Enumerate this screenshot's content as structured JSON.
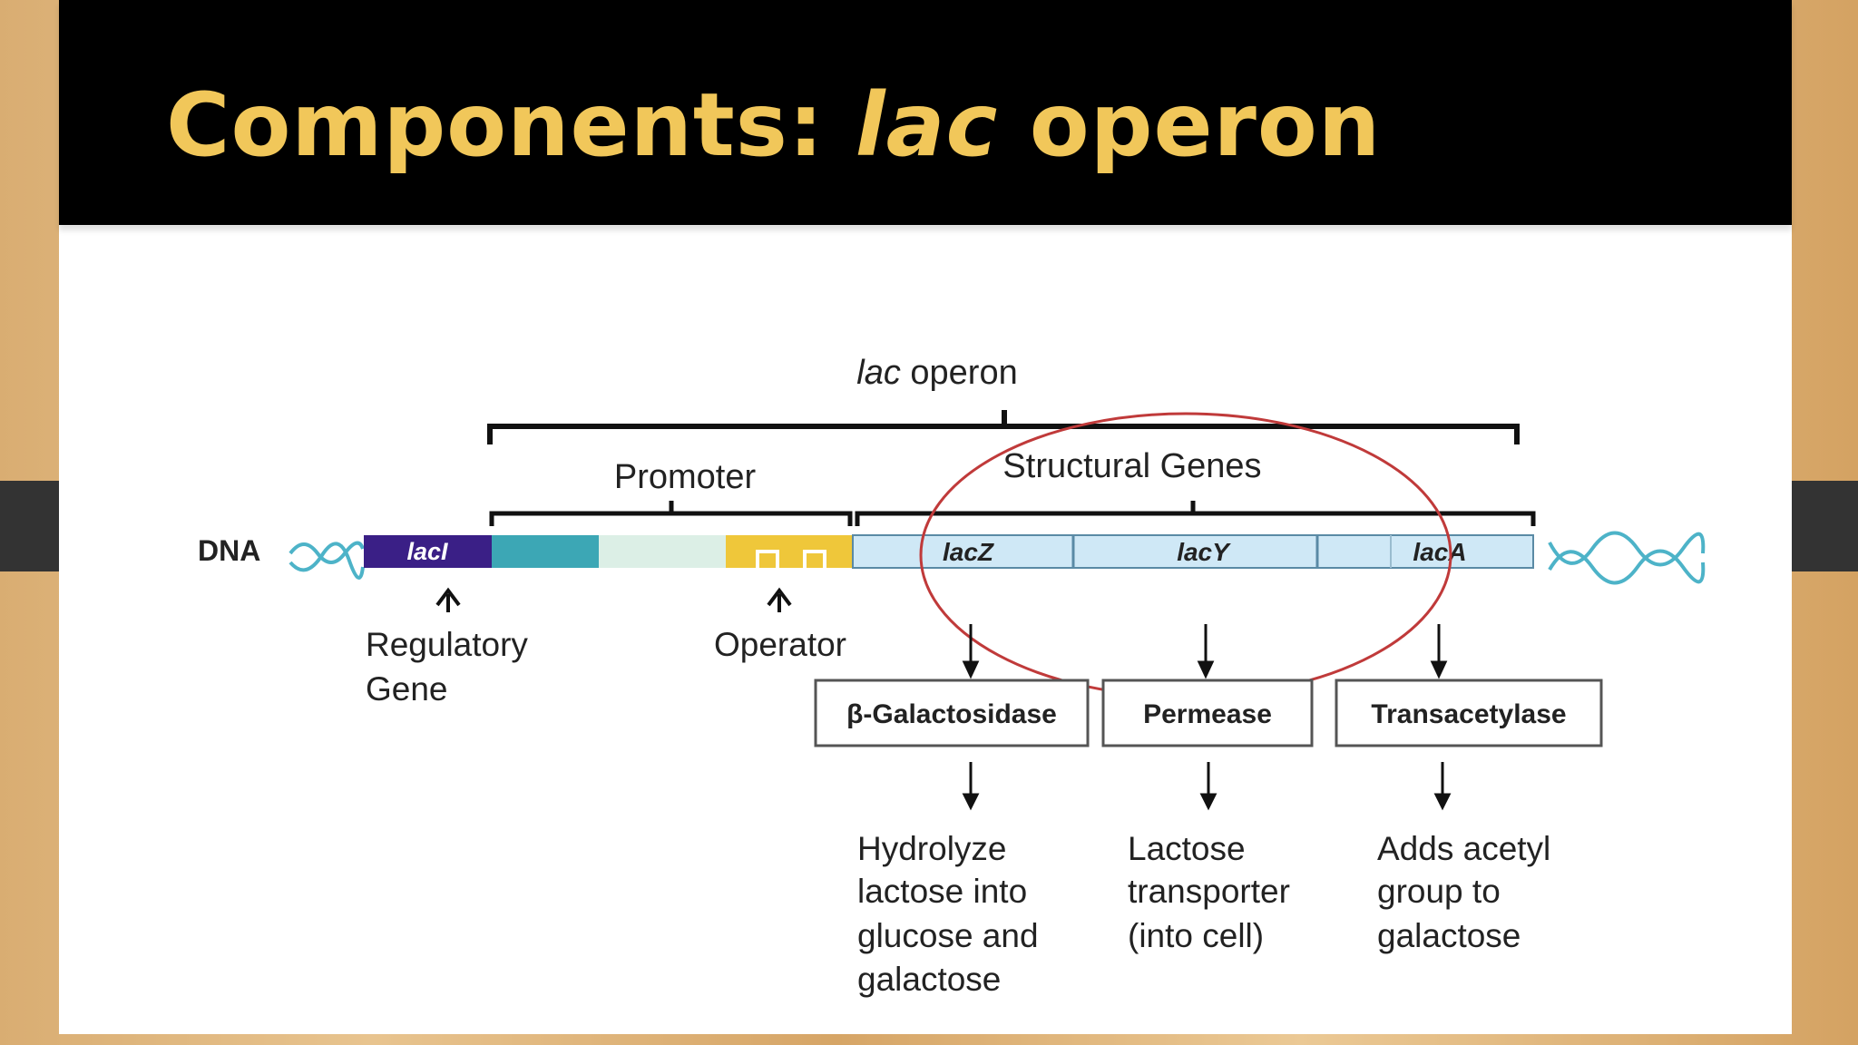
{
  "slide": {
    "title_prefix": "Components: ",
    "title_italic": "lac",
    "title_suffix": " operon",
    "title_color": "#f1c75a"
  },
  "diagram": {
    "operon_label_italic": "lac",
    "operon_label_rest": " operon",
    "promoter_label": "Promoter",
    "structural_label": "Structural Genes",
    "dna_label": "DNA",
    "genes": {
      "laci": "lacI",
      "lacz": "lacZ",
      "lacy": "lacY",
      "laca": "lacA"
    },
    "regulatory_label": [
      "Regulatory",
      "Gene"
    ],
    "operator_label": "Operator",
    "enzymes": [
      "β-Galactosidase",
      "Permease",
      "Transacetylase"
    ],
    "functions": [
      [
        "Hydrolyze",
        "lactose into",
        "glucose and",
        "galactose"
      ],
      [
        "Lactose",
        "transporter",
        "(into cell)"
      ],
      [
        "Adds acetyl",
        "group to",
        "galactose"
      ]
    ],
    "colors": {
      "laci": "#3a1f86",
      "promoter_teal": "#3ca7b5",
      "promoter_light": "#dcefe6",
      "operator_yellow": "#efc73a",
      "structural_blue": "#cfe8f6",
      "helix": "#4db3c8",
      "ellipse": "#c03a3a"
    }
  }
}
